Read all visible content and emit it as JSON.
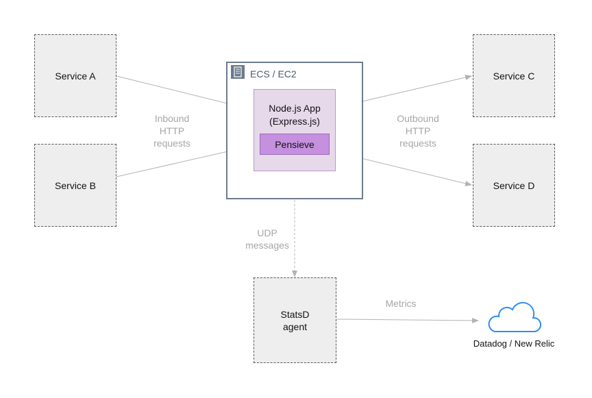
{
  "services": {
    "a": "Service A",
    "b": "Service B",
    "c": "Service C",
    "d": "Service D"
  },
  "ecs": {
    "title": "ECS / EC2"
  },
  "node_app": {
    "label": "Node.js App\n(Express.js)"
  },
  "pensieve": {
    "label": "Pensieve"
  },
  "statsd": {
    "label": "StatsD\nagent"
  },
  "cloud": {
    "label": "Datadog / New Relic"
  },
  "edges": {
    "inbound": "Inbound\nHTTP\nrequests",
    "outbound": "Outbound\nHTTP\nrequests",
    "udp": "UDP\nmessages",
    "metrics": "Metrics"
  },
  "colors": {
    "arrow": "#b3b3b3",
    "cloud": "#2d8cf0",
    "node_fill": "#e6d9ea",
    "pensieve_fill": "#c590dd"
  }
}
